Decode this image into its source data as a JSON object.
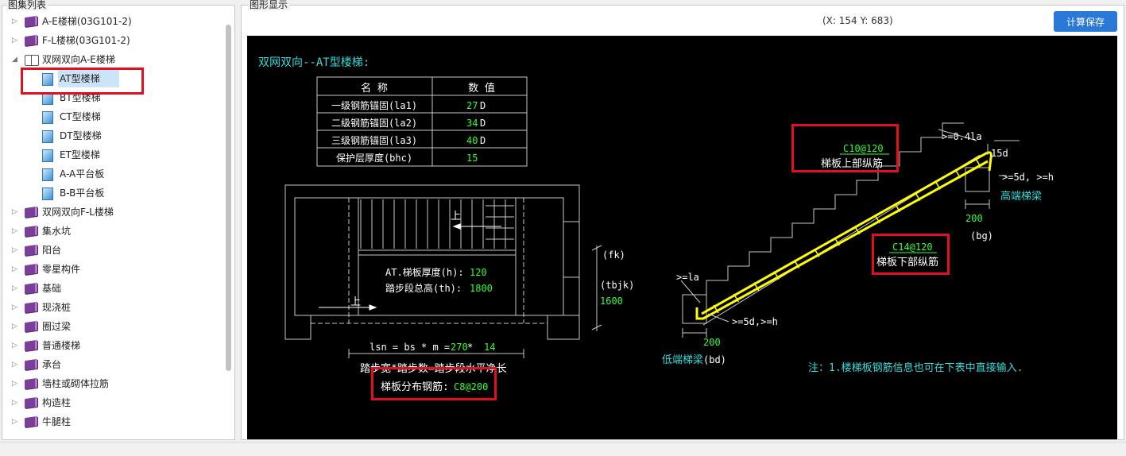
{
  "panels": {
    "left_title": "图集列表",
    "right_title": "图形显示"
  },
  "tree": [
    {
      "label": "A-E楼梯(03G101-2)",
      "level": 0,
      "arrow": "▷",
      "icon": "book-icon"
    },
    {
      "label": "F-L楼梯(03G101-2)",
      "level": 0,
      "arrow": "▷",
      "icon": "book-icon"
    },
    {
      "label": "双网双向A-E楼梯",
      "level": 0,
      "arrow": "◢",
      "icon": "open-book-icon"
    },
    {
      "label": "AT型楼梯",
      "level": 1,
      "arrow": "",
      "icon": "page-icon",
      "selected": true
    },
    {
      "label": "BT型楼梯",
      "level": 1,
      "arrow": "",
      "icon": "page-icon"
    },
    {
      "label": "CT型楼梯",
      "level": 1,
      "arrow": "",
      "icon": "page-icon"
    },
    {
      "label": "DT型楼梯",
      "level": 1,
      "arrow": "",
      "icon": "page-icon"
    },
    {
      "label": "ET型楼梯",
      "level": 1,
      "arrow": "",
      "icon": "page-icon"
    },
    {
      "label": "A-A平台板",
      "level": 1,
      "arrow": "",
      "icon": "page-icon"
    },
    {
      "label": "B-B平台板",
      "level": 1,
      "arrow": "",
      "icon": "page-icon"
    },
    {
      "label": "双网双向F-L楼梯",
      "level": 0,
      "arrow": "▷",
      "icon": "book-icon"
    },
    {
      "label": "集水坑",
      "level": 0,
      "arrow": "▷",
      "icon": "book-icon"
    },
    {
      "label": "阳台",
      "level": 0,
      "arrow": "▷",
      "icon": "book-icon"
    },
    {
      "label": "零星构件",
      "level": 0,
      "arrow": "▷",
      "icon": "book-icon"
    },
    {
      "label": "基础",
      "level": 0,
      "arrow": "▷",
      "icon": "book-icon"
    },
    {
      "label": "现浇桩",
      "level": 0,
      "arrow": "▷",
      "icon": "book-icon"
    },
    {
      "label": "圈过梁",
      "level": 0,
      "arrow": "▷",
      "icon": "book-icon"
    },
    {
      "label": "普通楼梯",
      "level": 0,
      "arrow": "▷",
      "icon": "book-icon"
    },
    {
      "label": "承台",
      "level": 0,
      "arrow": "▷",
      "icon": "book-icon"
    },
    {
      "label": "墙柱或砌体拉筋",
      "level": 0,
      "arrow": "▷",
      "icon": "book-icon"
    },
    {
      "label": "构造柱",
      "level": 0,
      "arrow": "▷",
      "icon": "book-icon"
    },
    {
      "label": "牛腿柱",
      "level": 0,
      "arrow": "▷",
      "icon": "book-icon"
    }
  ],
  "toolbar": {
    "coords": "(X: 154 Y: 683)",
    "save_label": "计算保存"
  },
  "drawing": {
    "title": "双网双向--AT型楼梯:",
    "table": {
      "headers": [
        "名  称",
        "数  值"
      ],
      "rows": [
        {
          "name": "一级钢筋锚固(la1)",
          "value": "27",
          "unit": "D"
        },
        {
          "name": "二级钢筋锚固(la2)",
          "value": "34",
          "unit": "D"
        },
        {
          "name": "三级钢筋锚固(la3)",
          "value": "40",
          "unit": "D"
        },
        {
          "name": "保护层厚度(bhc)",
          "value": "15",
          "unit": ""
        }
      ]
    },
    "plan": {
      "up_label_top": "上",
      "up_label_bottom": "上",
      "thickness_label": "AT.梯板厚度(h):",
      "thickness_value": "120",
      "height_label": "踏步段总高(th):",
      "height_value": "1800",
      "fk_label": "(fk)",
      "tbjk_label": "(tbjk)",
      "tbjk_value": "1600",
      "lsn_prefix": "lsn = bs * m = ",
      "lsn_bs": "270",
      "lsn_mult": " * ",
      "lsn_m": "14",
      "lsn_caption": "踏步宽*踏步数=踏步段水平净长",
      "dist_label": "梯板分布钢筋:",
      "dist_value": "C8@200"
    },
    "section": {
      "top_bar_value": "C10@120",
      "top_bar_label": "梯板上部纵筋",
      "bottom_bar_value": "C14@120",
      "bottom_bar_label": "梯板下部纵筋",
      "top_right_dim": ">=0.4la",
      "dim_15d": "15d",
      "dim_5d_right": ">=5d, >=h",
      "high_beam": "高端梯梁",
      "width_200_right": "200",
      "bg_label": "(bg)",
      "la_label": ">=la",
      "dim_5d_left": ">=5d,>=h",
      "width_200_left": "200",
      "low_beam": "低端梯梁",
      "bd_label": "(bd)"
    },
    "note": "注：1.楼梯板钢筋信息也可在下表中直接输入."
  },
  "colors": {
    "label": "#ffffff",
    "value": "#33ff33",
    "title": "#33dddd",
    "line": "#c8c8c8",
    "rebar": "#ffff00",
    "highlight": "#e01020",
    "accent": "#2b79d6"
  }
}
